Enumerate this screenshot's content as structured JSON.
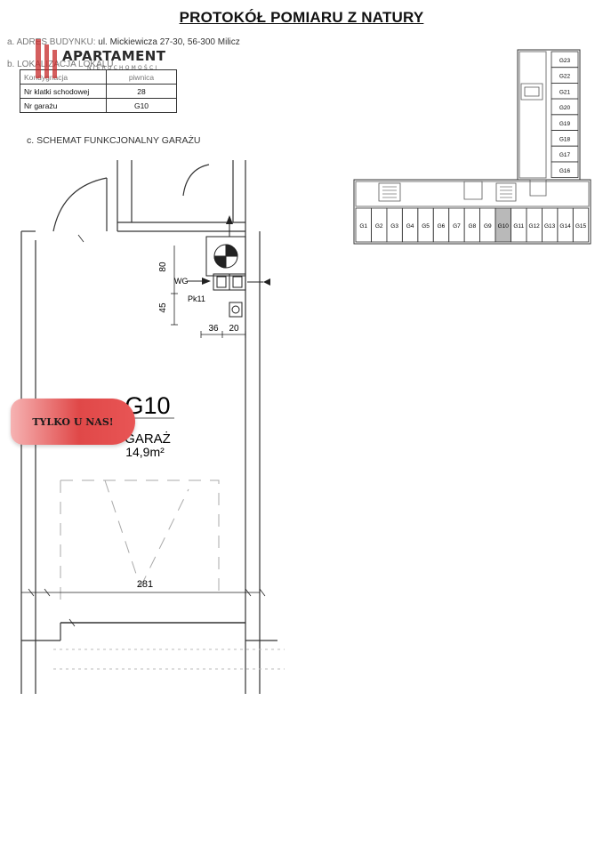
{
  "document": {
    "title": "PROTOKÓŁ POMIARU Z NATURY",
    "address_label": "a. ADRES BUDYNKU:",
    "address_value": "ul. Mickiewicza 27-30, 56-300 Milicz",
    "localization_label": "b. LOKALIZACJA LOKALU"
  },
  "location_table": {
    "header": {
      "label": "Kondygnacja",
      "value": "piwnica"
    },
    "rows": [
      {
        "label": "Nr klatki schodowej",
        "value": "28"
      },
      {
        "label": "Nr garażu",
        "value": "G10"
      }
    ]
  },
  "section_c": {
    "title": "c. SCHEMAT FUNKCJONALNY GARAŻU"
  },
  "floor_plan": {
    "unit_id": "G10",
    "unit_type": "GARAŻ",
    "area": "14,9m²",
    "dimensions": {
      "width": "281",
      "vertical_80": "80",
      "vertical_45": "45",
      "horizontal_36": "36",
      "horizontal_20": "20"
    },
    "labels": {
      "wg": "WG",
      "pk": "Pk11"
    }
  },
  "building_plan": {
    "row_units": [
      "G1",
      "G2",
      "G3",
      "G4",
      "G5",
      "G6",
      "G7",
      "G8",
      "G9",
      "G10",
      "G11",
      "G12",
      "G13",
      "G14",
      "G15"
    ],
    "column_units": [
      "G23",
      "G22",
      "G21",
      "G20",
      "G19",
      "G18",
      "G17",
      "G16"
    ],
    "highlighted_unit": "G10",
    "highlight_color": "#b9b9b9"
  },
  "logo": {
    "text": "APARTAMENT",
    "subtext": "NIERUCHOMOŚCI",
    "accent_color": "#c62828"
  },
  "badge": {
    "text": "TYLKO U NAS!",
    "color": "#e04848"
  }
}
